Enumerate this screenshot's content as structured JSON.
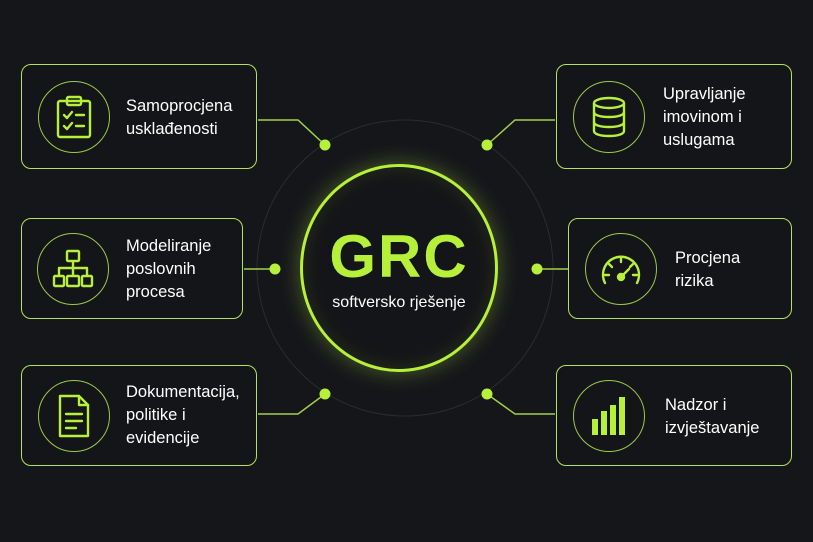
{
  "center": {
    "title": "GRC",
    "subtitle": "softversko rješenje"
  },
  "items": [
    {
      "icon": "clipboard-checklist-icon",
      "lines": [
        "Samoprocjena",
        "usklađenosti"
      ]
    },
    {
      "icon": "flowchart-hierarchy-icon",
      "lines": [
        "Modeliranje",
        "poslovnih",
        "procesa"
      ]
    },
    {
      "icon": "document-icon",
      "lines": [
        "Dokumentacija,",
        "politike i",
        "evidencije"
      ]
    },
    {
      "icon": "database-icon",
      "lines": [
        "Upravljanje",
        "imovinom i",
        "uslugama"
      ]
    },
    {
      "icon": "gauge-icon",
      "lines": [
        "Procjena",
        "rizika"
      ]
    },
    {
      "icon": "bar-chart-icon",
      "lines": [
        "Nadzor i",
        "izvještavanje"
      ]
    }
  ],
  "colors": {
    "accent": "#b6f03a",
    "border": "#b6e15a",
    "background": "#15161a"
  }
}
